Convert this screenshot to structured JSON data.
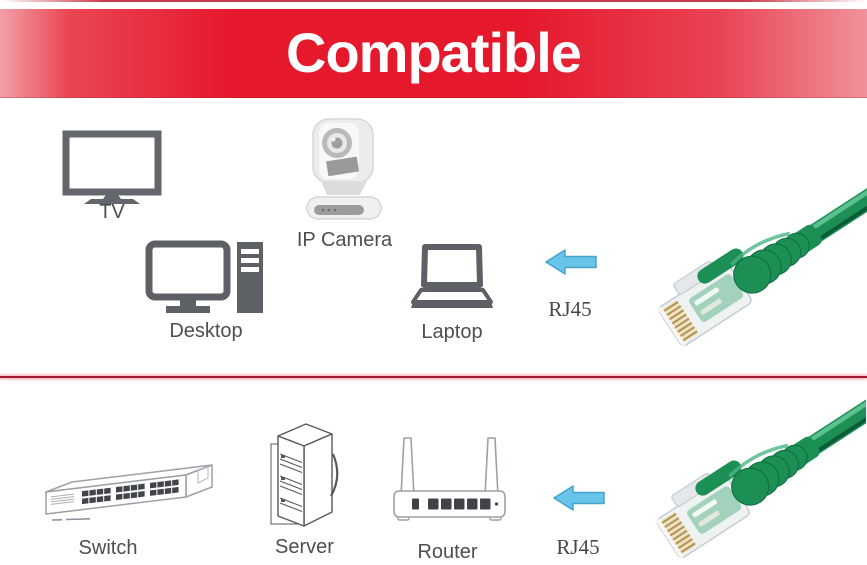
{
  "banner": {
    "title": "Compatible"
  },
  "colors": {
    "banner_red": "#e5182c",
    "banner_edge_pink": "#f0929b",
    "title_text": "#ffffff",
    "icon_dark_gray": "#5d6065",
    "outline_gray": "#9ba1a6",
    "label_gray": "#4b4e53",
    "arrow_blue": "#69c4e9",
    "cable_green": "#1c8f55",
    "divider_red": "#a81531"
  },
  "row1": {
    "items": [
      {
        "label": "TV"
      },
      {
        "label": "IP Camera"
      },
      {
        "label": "Desktop"
      },
      {
        "label": "Laptop"
      }
    ],
    "connector_label": "RJ45"
  },
  "row2": {
    "items": [
      {
        "label": "Switch"
      },
      {
        "label": "Server"
      },
      {
        "label": "Router"
      }
    ],
    "connector_label": "RJ45"
  }
}
